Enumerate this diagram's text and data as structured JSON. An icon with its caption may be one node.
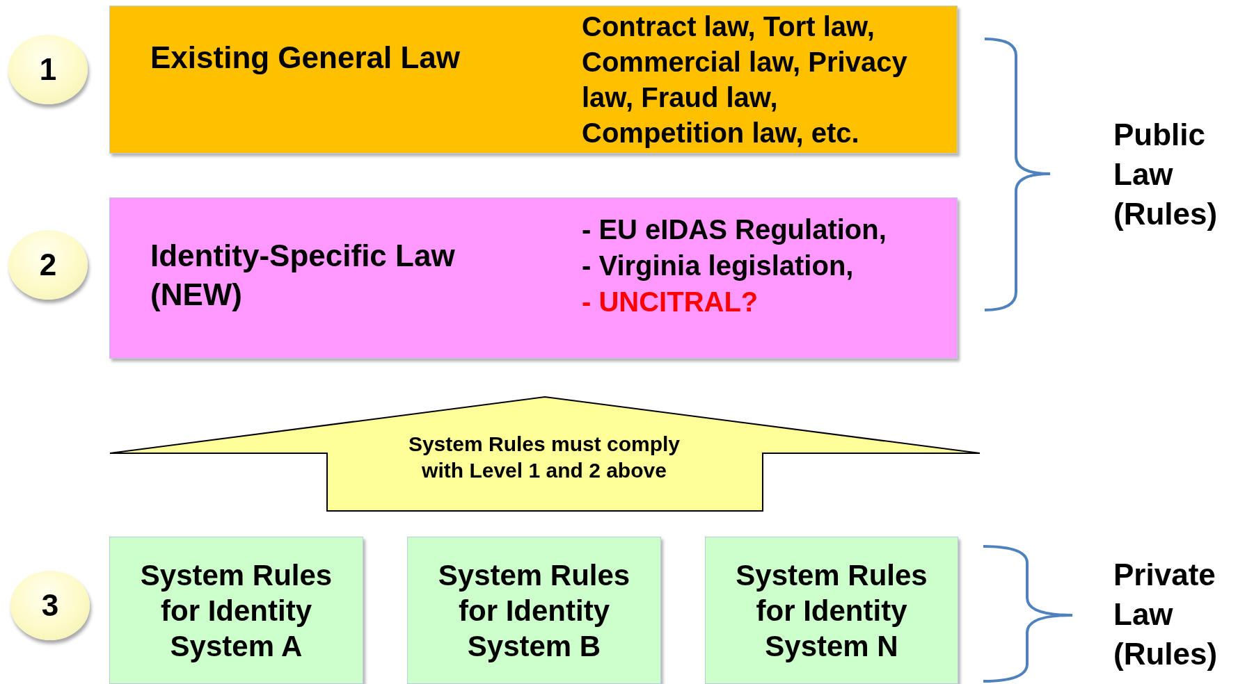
{
  "diagram": {
    "nodes": [
      {
        "text": [
          "1"
        ]
      },
      {
        "text": [
          "Existing General Law",
          "Contract law, Tort law, Commercial law, Privacy law, Fraud law, Competition law, etc."
        ]
      },
      {
        "text": [
          "2"
        ]
      },
      {
        "text": [
          "Identity-Specific Law (NEW)",
          "- EU eIDAS Regulation,",
          "- Virginia legislation,",
          "- UNCITRAL?"
        ]
      },
      {
        "text": [
          "System Rules must comply with Level 1 and 2 above"
        ]
      },
      {
        "text": [
          "3"
        ]
      },
      {
        "text": [
          "System Rules for Identity System A"
        ]
      },
      {
        "text": [
          "System Rules for Identity System B"
        ]
      },
      {
        "text": [
          "System Rules for Identity System N"
        ]
      }
    ],
    "labels": [
      "Public Law (Rules)",
      "Private Law (Rules)"
    ]
  }
}
